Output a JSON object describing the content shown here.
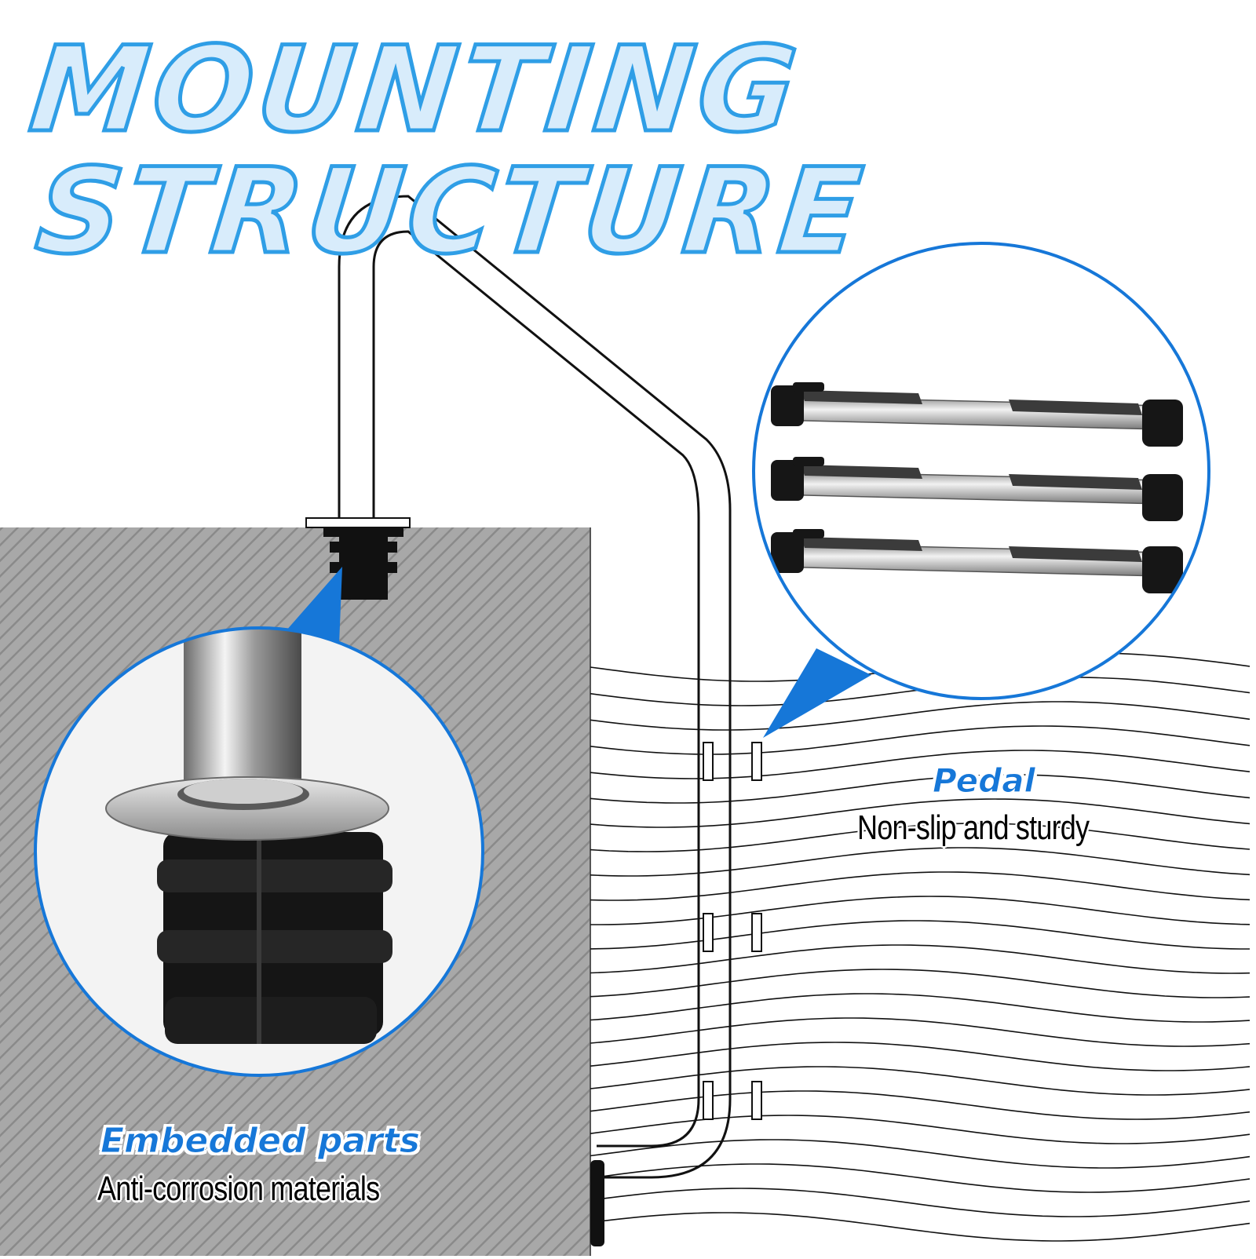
{
  "title": {
    "line1": "MOUNTING",
    "line2": "STRUCTURE"
  },
  "callouts": {
    "embedded": {
      "heading": "Embedded parts",
      "description": "Anti-corrosion materials"
    },
    "pedal": {
      "heading": "Pedal",
      "description": "Non-slip and sturdy"
    }
  },
  "colors": {
    "title_fill": "#d8ecfb",
    "title_stroke": "#2f9ee6",
    "accent_blue": "#1677d8",
    "circle_border": "#1677d8",
    "concrete": "#a6a6a6"
  },
  "icons": {
    "anchor_socket": "embedded-anchor-icon",
    "step_tread": "pedal-step-icon"
  }
}
